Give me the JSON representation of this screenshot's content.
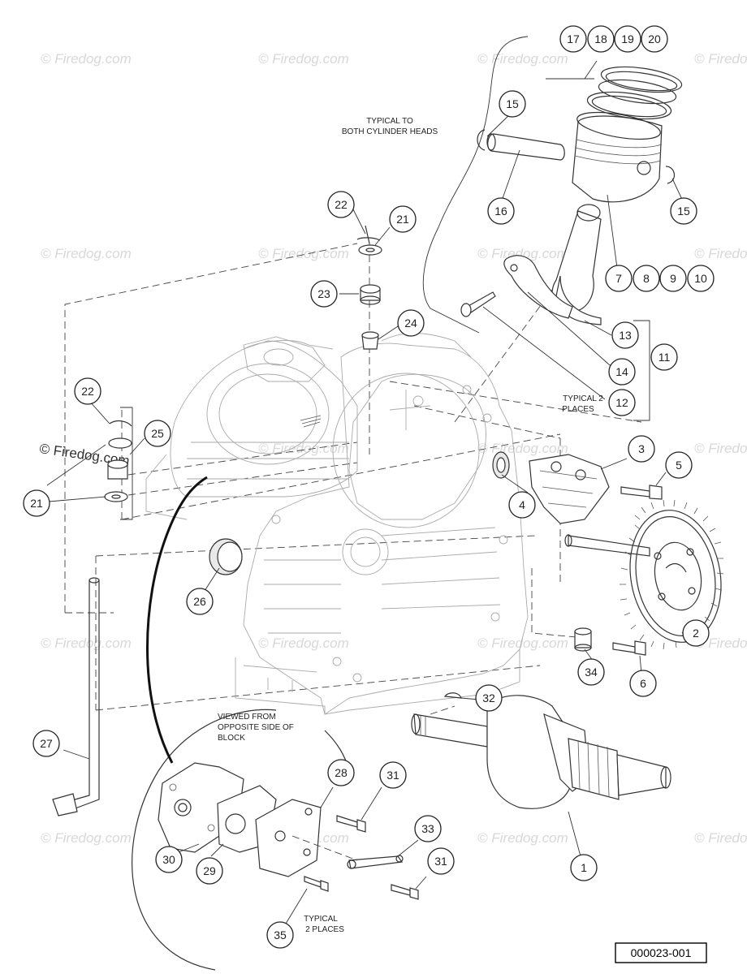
{
  "watermark": "© Firedog.com",
  "notes": {
    "typical_heads_line1": "TYPICAL TO",
    "typical_heads_line2": "BOTH CYLINDER HEADS",
    "typical2_line1": "TYPICAL 2",
    "typical2_line2": "PLACES",
    "viewed_line1": "VIEWED FROM",
    "viewed_line2": "OPPOSITE SIDE OF",
    "viewed_line3": "BLOCK",
    "typical2b_line1": "TYPICAL",
    "typical2b_line2": "2 PLACES"
  },
  "drawing_id": "000023-001",
  "callouts": [
    {
      "label": "17"
    },
    {
      "label": "18"
    },
    {
      "label": "19"
    },
    {
      "label": "20"
    },
    {
      "label": "15"
    },
    {
      "label": "15"
    },
    {
      "label": "16"
    },
    {
      "label": "7"
    },
    {
      "label": "8"
    },
    {
      "label": "9"
    },
    {
      "label": "10"
    },
    {
      "label": "22"
    },
    {
      "label": "21"
    },
    {
      "label": "23"
    },
    {
      "label": "24"
    },
    {
      "label": "13"
    },
    {
      "label": "14"
    },
    {
      "label": "11"
    },
    {
      "label": "12"
    },
    {
      "label": "22"
    },
    {
      "label": "25"
    },
    {
      "label": "21"
    },
    {
      "label": "3"
    },
    {
      "label": "5"
    },
    {
      "label": "4"
    },
    {
      "label": "26"
    },
    {
      "label": "2"
    },
    {
      "label": "34"
    },
    {
      "label": "6"
    },
    {
      "label": "32"
    },
    {
      "label": "27"
    },
    {
      "label": "28"
    },
    {
      "label": "31"
    },
    {
      "label": "33"
    },
    {
      "label": "31"
    },
    {
      "label": "30"
    },
    {
      "label": "29"
    },
    {
      "label": "1"
    },
    {
      "label": "35"
    }
  ]
}
